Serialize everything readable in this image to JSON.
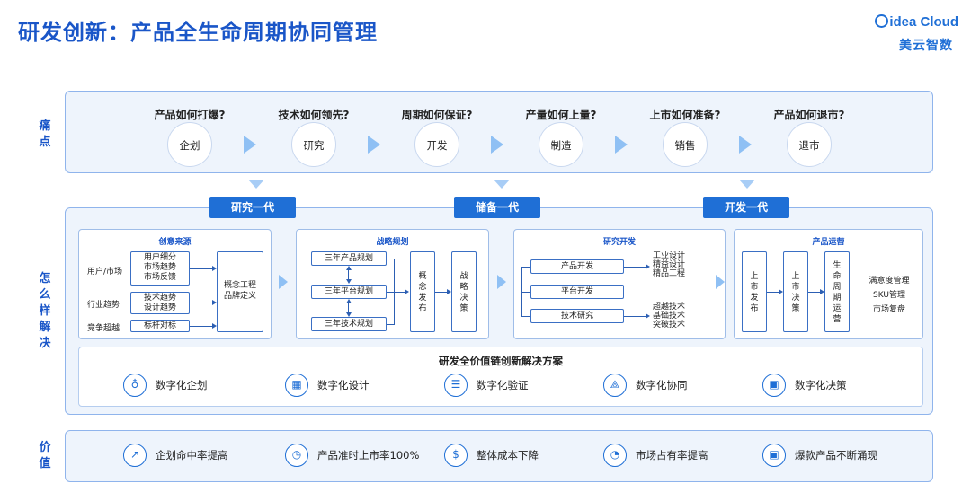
{
  "header": {
    "title": "研发创新：产品全生命周期协同管理",
    "logo_en": "idea Cloud",
    "logo_cn": "美云智数"
  },
  "labels": {
    "pain": "痛点",
    "how": "怎么样解决",
    "value": "价值"
  },
  "stages": [
    {
      "question": "产品如何打爆?",
      "name": "企划"
    },
    {
      "question": "技术如何领先?",
      "name": "研究"
    },
    {
      "question": "周期如何保证?",
      "name": "开发"
    },
    {
      "question": "产量如何上量?",
      "name": "制造"
    },
    {
      "question": "上市如何准备?",
      "name": "销售"
    },
    {
      "question": "产品如何退市?",
      "name": "退市"
    }
  ],
  "generations": [
    "研究一代",
    "储备一代",
    "开发一代"
  ],
  "creative": {
    "title": "创意来源",
    "rows": [
      "用户/市场",
      "行业趋势",
      "竞争超越"
    ],
    "box1": [
      "用户细分",
      "市场趋势",
      "市场反馈"
    ],
    "box2": [
      "技术趋势",
      "设计趋势"
    ],
    "box3": "标杆对标",
    "result": [
      "概念工程",
      "品牌定义"
    ]
  },
  "strategy": {
    "title": "战略规划",
    "items": [
      "三年产品规划",
      "三年平台规划",
      "三年技术规划"
    ],
    "concept": "概念发布",
    "decision": "战略决策"
  },
  "rnd": {
    "title": "研究开发",
    "items": [
      "产品开发",
      "平台开发",
      "技术研究"
    ],
    "out1": [
      "工业设计",
      "精益设计",
      "精品工程"
    ],
    "out2": [
      "超越技术",
      "基础技术",
      "突破技术"
    ]
  },
  "ops": {
    "title": "产品运营",
    "cols": [
      "上市发布",
      "上市决策",
      "生命周期运营"
    ],
    "outputs": [
      "满意度管理",
      "SKU管理",
      "市场复盘"
    ]
  },
  "solution": {
    "title": "研发全价值链创新解决方案",
    "items": [
      {
        "label": "数字化企划",
        "icon": "bulb-icon"
      },
      {
        "label": "数字化设计",
        "icon": "grid-icon"
      },
      {
        "label": "数字化验证",
        "icon": "list-icon"
      },
      {
        "label": "数字化协同",
        "icon": "network-icon"
      },
      {
        "label": "数字化决策",
        "icon": "calc-icon"
      }
    ]
  },
  "values": [
    {
      "label": "企划命中率提高",
      "icon": "trend-icon"
    },
    {
      "label": "产品准时上市率100%",
      "icon": "clock-icon"
    },
    {
      "label": "整体成本下降",
      "icon": "dollar-icon"
    },
    {
      "label": "市场占有率提高",
      "icon": "pie-icon"
    },
    {
      "label": "爆款产品不断涌现",
      "icon": "machine-icon"
    }
  ]
}
